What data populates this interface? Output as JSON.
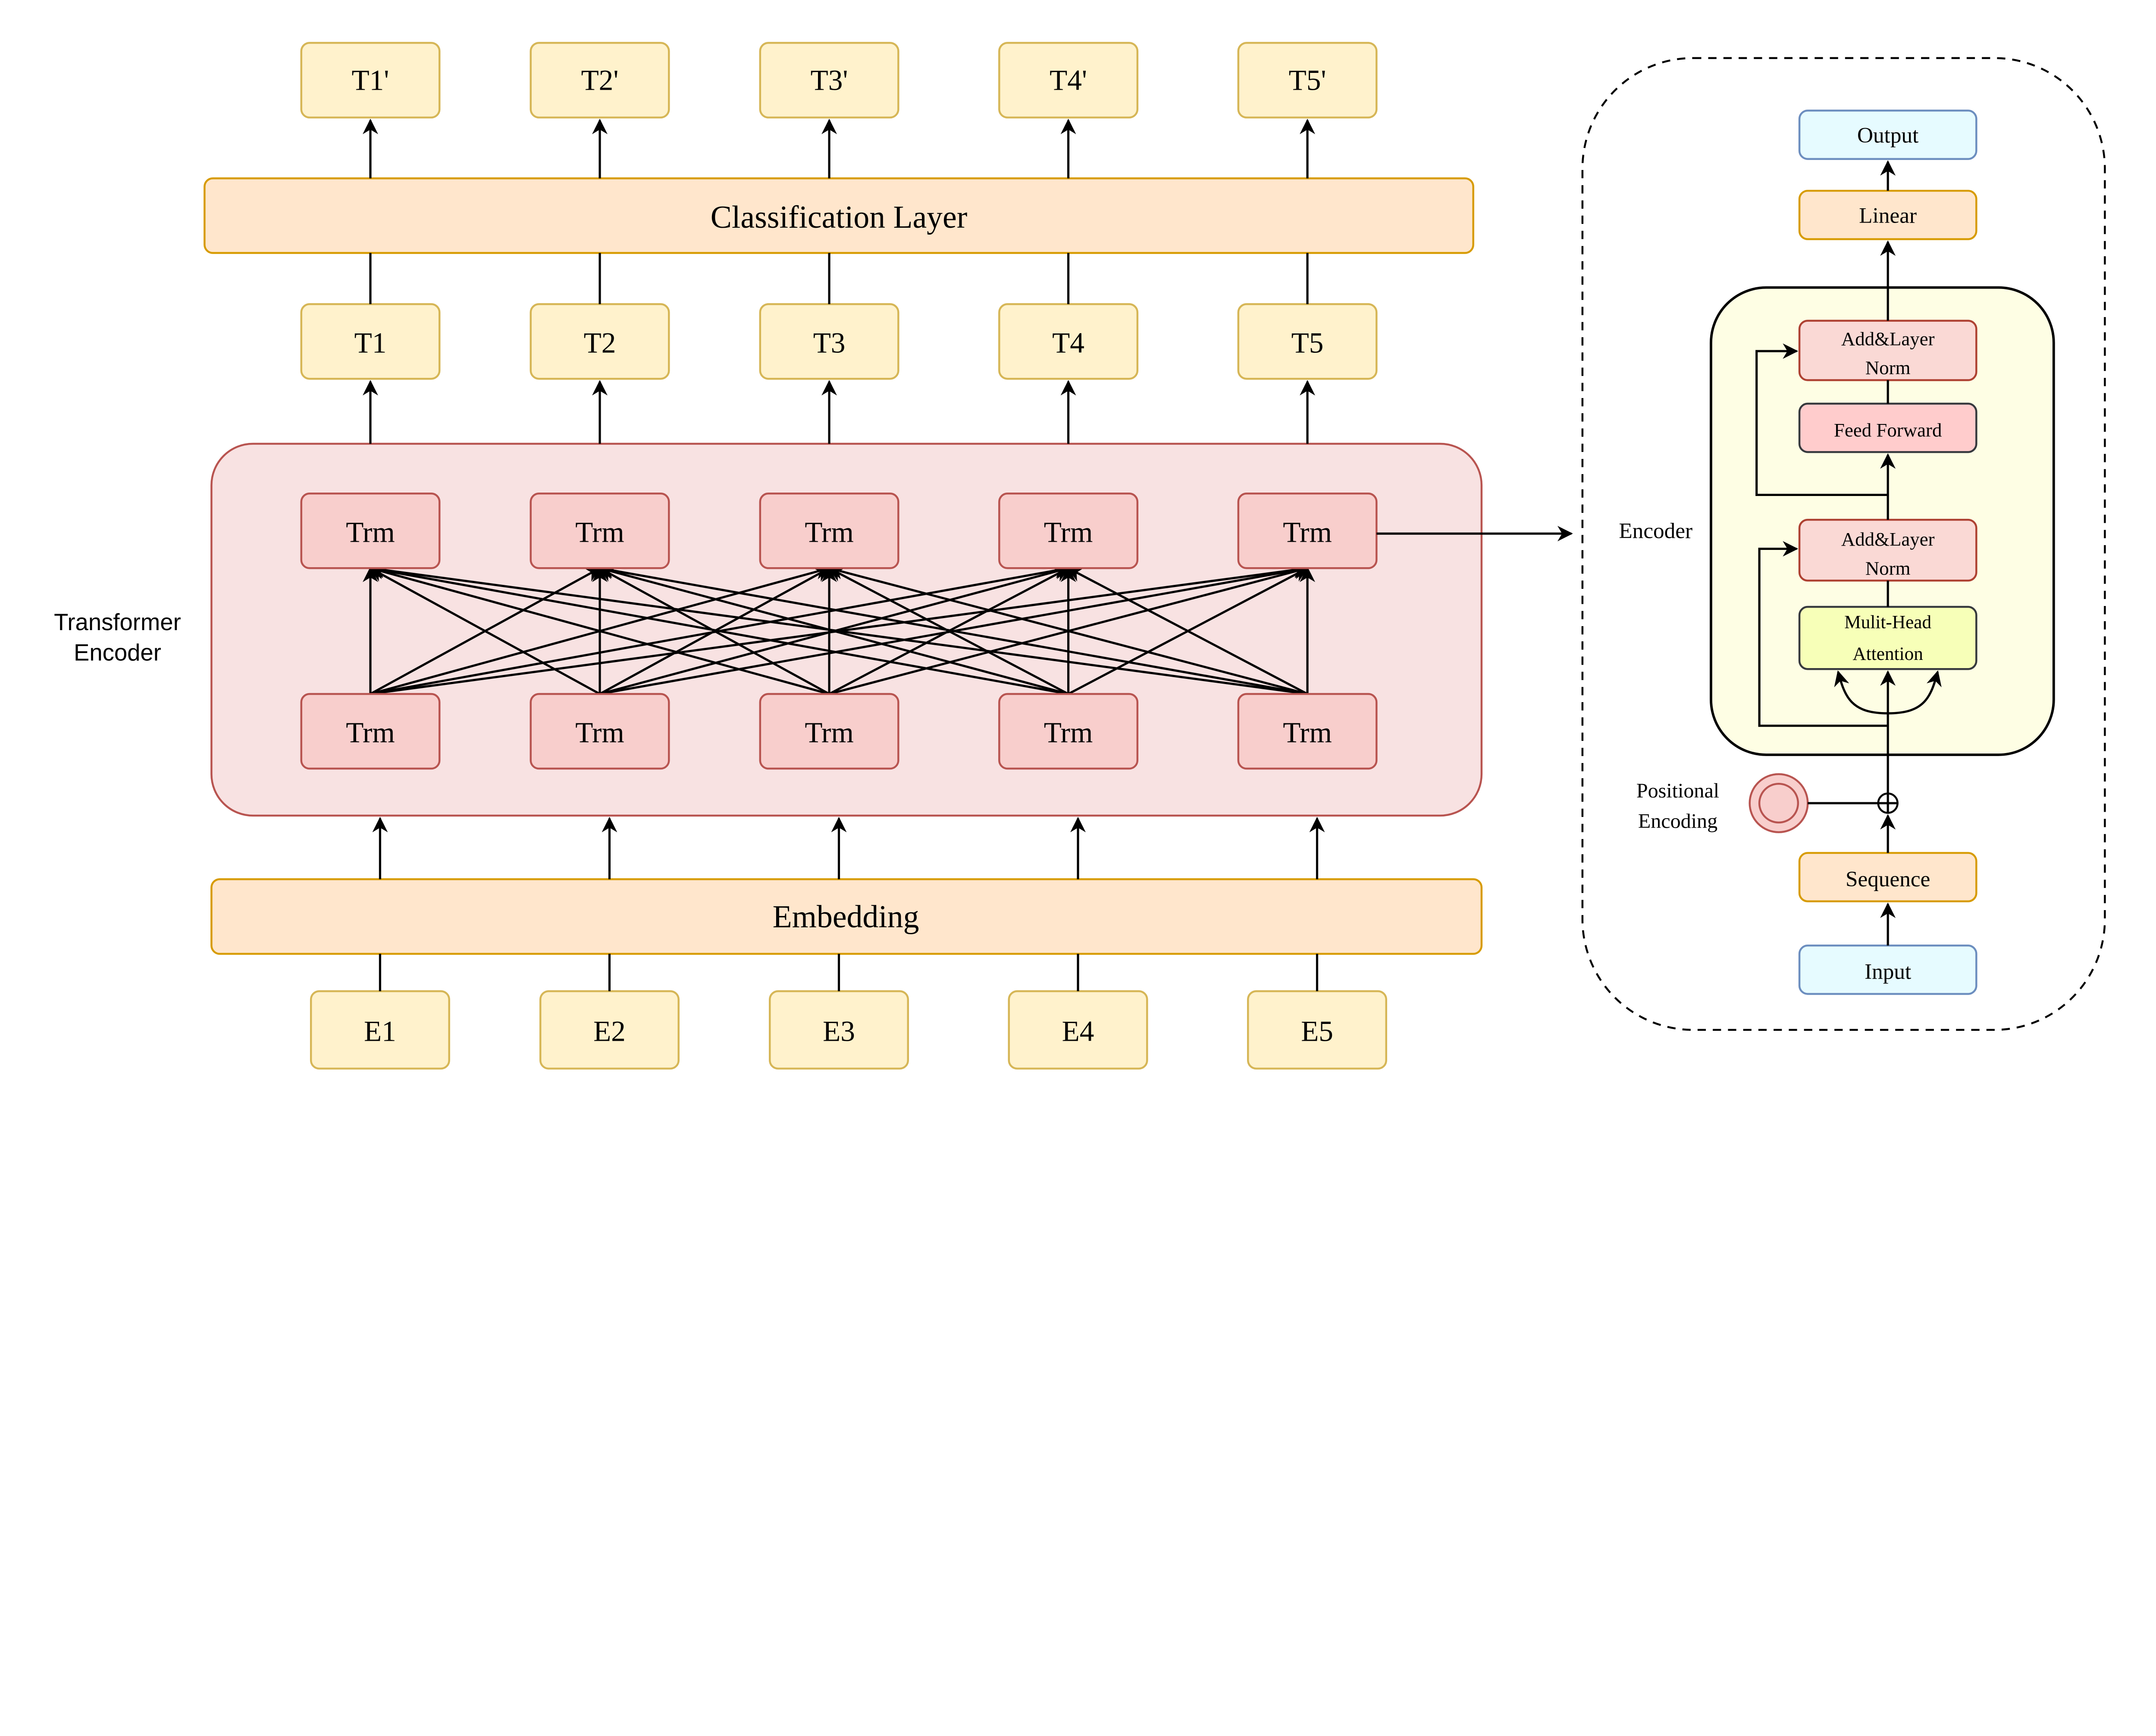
{
  "output_tokens": [
    "T1'",
    "T2'",
    "T3'",
    "T4'",
    "T5'"
  ],
  "classification_label": "Classification Layer",
  "hidden_tokens": [
    "T1",
    "T2",
    "T3",
    "T4",
    "T5"
  ],
  "transformer_encoder_label": [
    "Transformer",
    "Encoder"
  ],
  "trm_label": "Trm",
  "embedding_label": "Embedding",
  "input_tokens": [
    "E1",
    "E2",
    "E3",
    "E4",
    "E5"
  ],
  "detail": {
    "output": "Output",
    "linear": "Linear",
    "encoder_label": "Encoder",
    "add_norm": [
      "Add&Layer",
      "Norm"
    ],
    "feed_forward": "Feed Forward",
    "attention": [
      "Mulit-Head",
      "Attention"
    ],
    "positional_encoding": [
      "Positional",
      "Encoding"
    ],
    "sequence": "Sequence",
    "input": "Input"
  },
  "colors": {
    "token_fill": "#fff2cc",
    "token_stroke": "#d6b656",
    "layer_fill": "#ffe6cc",
    "layer_stroke": "#d79b00",
    "trm_fill": "#f8cecc",
    "trm_stroke": "#b85450",
    "encoder_bg": "#f8e2e2",
    "io_fill": "#e6fbff",
    "io_stroke": "#6c8ebf",
    "encoder_block_fill": "#fefee4",
    "attention_fill": "#f7ffb8"
  }
}
